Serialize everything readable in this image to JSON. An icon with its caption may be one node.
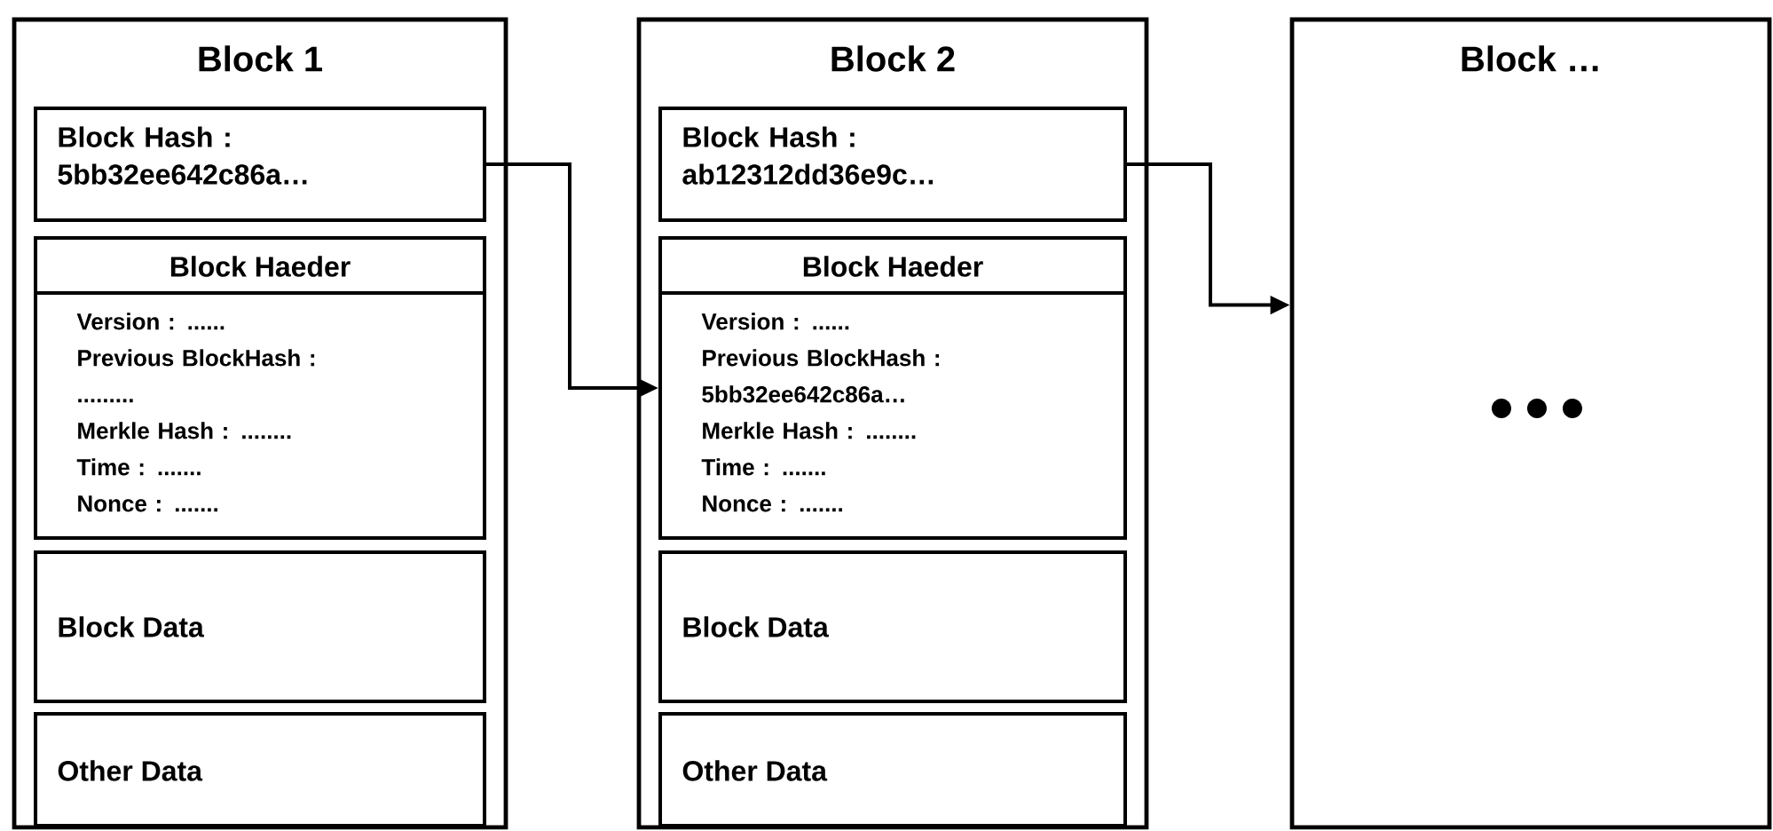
{
  "diagram": {
    "nodes": [
      {
        "text": [
          "Block 1"
        ]
      },
      {
        "text": [
          "Block Hash : 5bb32ee642c86a…"
        ],
        "in": 0
      },
      {
        "text": [
          "Block Haeder",
          "Version : ......",
          "Previous BlockHash : .........",
          "Merkle Hash : ........",
          "Time : .......",
          "Nonce : ......."
        ],
        "in": 0
      },
      {
        "text": [
          "Block Data"
        ],
        "in": 0
      },
      {
        "text": [
          "Other Data"
        ],
        "in": 0
      },
      {
        "text": [
          "Block 2"
        ]
      },
      {
        "text": [
          "Block Hash : ab12312dd36e9c…"
        ],
        "in": 5
      },
      {
        "text": [
          "Block Haeder",
          "Version : ......",
          "Previous BlockHash : 5bb32ee642c86a…",
          "Merkle Hash : ........",
          "Time : .......",
          "Nonce : ......."
        ],
        "in": 5
      },
      {
        "text": [
          "Block Data"
        ],
        "in": 5
      },
      {
        "text": [
          "Other Data"
        ],
        "in": 5
      },
      {
        "text": [
          "Block …"
        ]
      }
    ],
    "edges": [
      {
        "from": 1,
        "to": 7,
        "arrow": "to"
      },
      {
        "from": 6,
        "to": 10,
        "arrow": "to"
      }
    ]
  }
}
